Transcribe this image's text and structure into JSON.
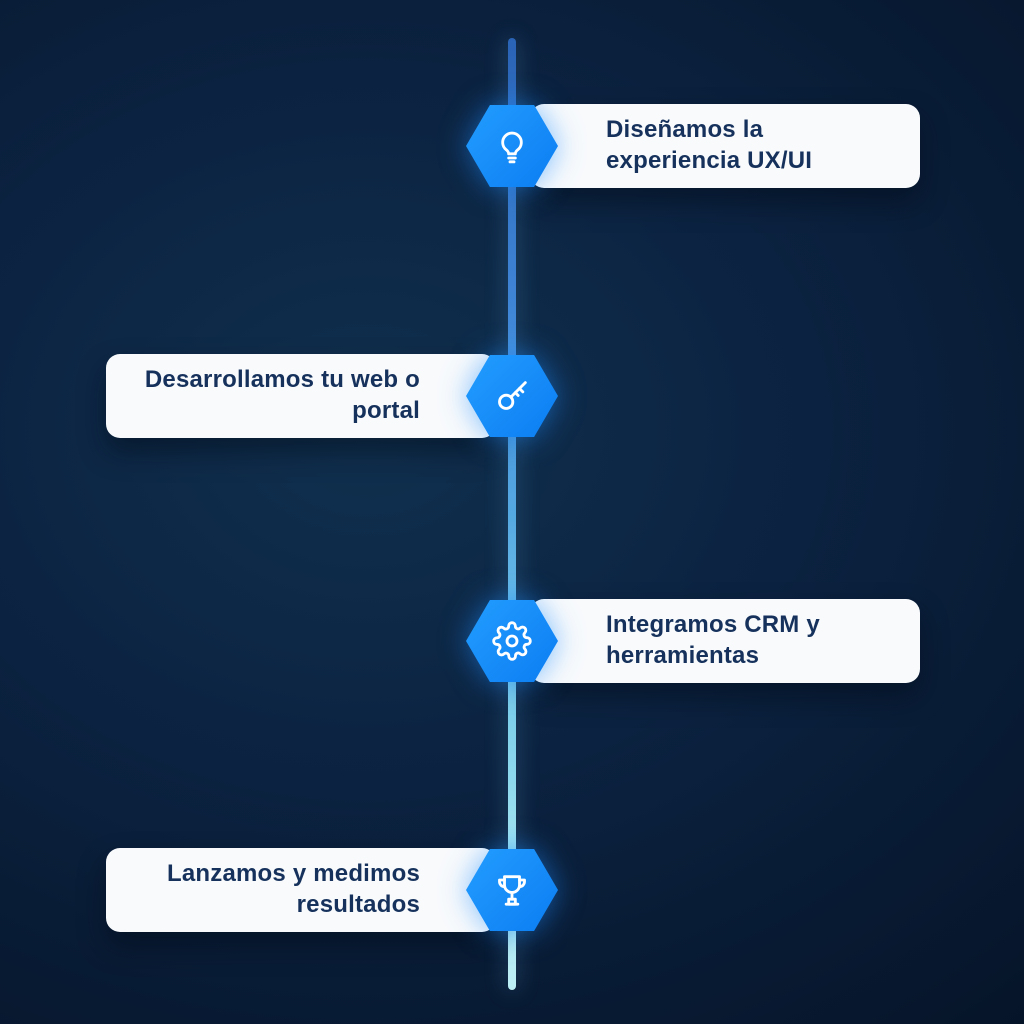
{
  "timeline": {
    "items": [
      {
        "label": "Diseñamos la\nexperiencia UX/UI",
        "icon": "lightbulb",
        "side": "right"
      },
      {
        "label": "Desarrollamos tu web o\nportal",
        "icon": "key",
        "side": "left"
      },
      {
        "label": "Integramos CRM y\nherramientas",
        "icon": "gear",
        "side": "right"
      },
      {
        "label": "Lanzamos y medimos\nresultados",
        "icon": "trophy",
        "side": "left"
      }
    ],
    "colors": {
      "background_center": "#10304f",
      "background_edge": "#061428",
      "line_top": "#2a63b5",
      "line_bottom": "#bdeef5",
      "hexagon": "#0e87fb",
      "card_background": "#f8fafc",
      "text": "#16325c",
      "icon": "#ffffff"
    }
  }
}
